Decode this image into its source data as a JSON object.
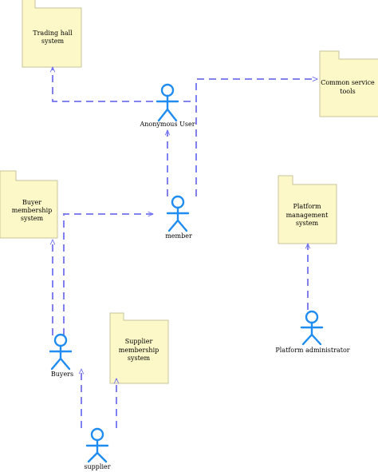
{
  "colors": {
    "package_fill": "#fcf8c8",
    "package_stroke": "#c8c49a",
    "actor_stroke": "#1e8cf0",
    "dependency_stroke": "#7272ee"
  },
  "packages": {
    "trading_hall": [
      "Trading hall",
      "system"
    ],
    "common_service": [
      "Common service",
      "tools"
    ],
    "buyer_membership": [
      "Buyer",
      "membership",
      "system"
    ],
    "platform_management": [
      "Platform",
      "management",
      "system"
    ],
    "supplier_membership": [
      "Supplier",
      "membership",
      "system"
    ]
  },
  "actors": {
    "anonymous_user": "Anonymous User",
    "member": "member",
    "buyers": "Buyers",
    "supplier": "supplier",
    "platform_administrator": "Platform administrator"
  }
}
